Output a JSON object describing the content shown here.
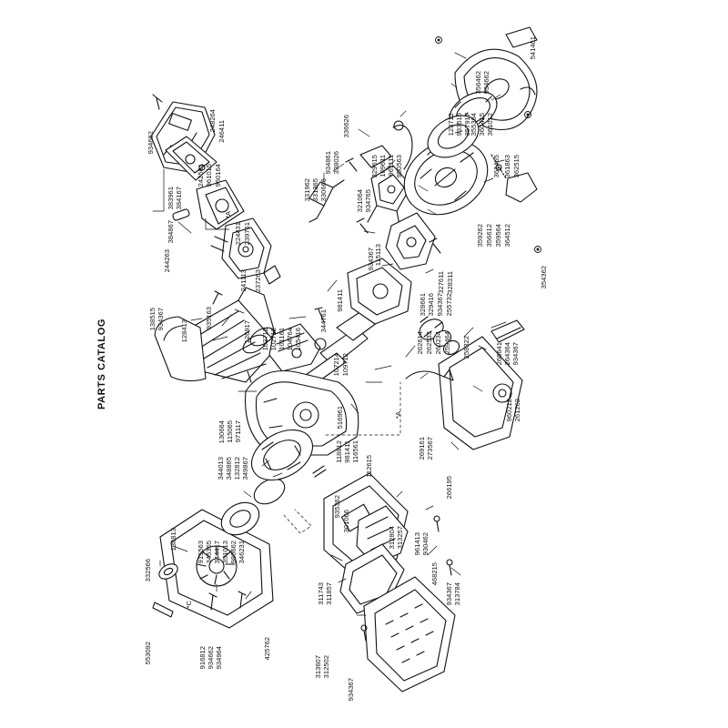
{
  "title": "PARTS CATALOG",
  "ref_markers": [
    "*A",
    "*A",
    "*C"
  ],
  "part_numbers": {
    "air_cleaner": [
      "934662",
      "248264",
      "246411",
      "242561",
      "961015",
      "960164",
      "383961",
      "384167",
      "384867",
      "244263"
    ],
    "carburetor": [
      "224431",
      "239761",
      "241113",
      "237263",
      "*A"
    ],
    "cylinder": [
      "138515",
      "934367",
      "128413",
      "935163",
      "126917",
      "102712",
      "102712",
      "101161",
      "104764",
      "105416",
      "344761",
      "981411",
      "107214",
      "109712"
    ],
    "ignition": [
      "331962",
      "331365",
      "330666",
      "336626",
      "934861",
      "338026",
      "329615",
      "109611",
      "961111",
      "950563",
      "321064",
      "934765",
      "115113",
      "934367",
      "327611",
      "328311",
      "328661",
      "329416",
      "934367",
      "255732"
    ],
    "starter": [
      "541461",
      "356462",
      "934662",
      "355364",
      "360415",
      "361012",
      "123712",
      "933516",
      "357917",
      "361465",
      "361863",
      "362515",
      "364512",
      "359564",
      "356612",
      "359262",
      "354362"
    ],
    "clutch": [
      "262614",
      "262533",
      "260234",
      "259464",
      "258322",
      "266641",
      "264364",
      "934367",
      "960212",
      "261262"
    ],
    "crankcase": [
      "130664",
      "115065",
      "971117",
      "344013",
      "348865",
      "132812",
      "349867",
      "516961",
      "118812",
      "981411",
      "116561",
      "112615",
      "269161",
      "273567",
      "266195"
    ],
    "fan_housing": [
      "332566",
      "138813",
      "915563",
      "345365",
      "344417",
      "351013",
      "980662",
      "346231",
      "553092",
      "*C",
      "916812",
      "934662",
      "934964",
      "425762"
    ],
    "muffler": [
      "935362",
      "301066",
      "312804",
      "313257",
      "961413",
      "930462",
      "468215",
      "311743",
      "311857",
      "313607",
      "312502",
      "934367",
      "313784",
      "934367"
    ]
  }
}
